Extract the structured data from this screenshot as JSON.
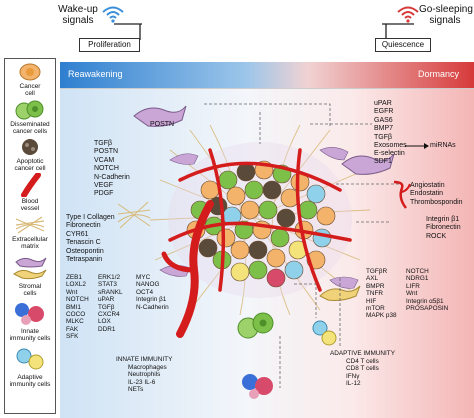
{
  "signals": {
    "wakeup": "Wake-up\nsignals",
    "gosleep": "Go-sleeping\nsignals",
    "proliferation": "Proliferation",
    "quiescence": "Quiescence"
  },
  "banner": {
    "left": "Reawakening",
    "right": "Dormancy"
  },
  "legend": {
    "cancer_cell": "Cancer\ncell",
    "disseminated": "Disseminated\ncancer cells",
    "apoptotic": "Apoptotic\ncancer cell",
    "blood_vessel": "Blood\nvessel",
    "ecm": "Extracellular\nmatrix",
    "stromal": "Stromal\ncells",
    "innate": "Innate\nimmunity cells",
    "adaptive": "Adaptive\nimmunity cells"
  },
  "labels": {
    "postn": "POSTN",
    "tgfb_group": "TGFβ\nPOSTN\nVCAM\nNOTCH\nN-Cadherin\nVEGF\nPDGF",
    "collagen_group": "Type I Collagen\nFibronectin\nCYR61\nTenascin C\nOsteopontin\nTetraspanin",
    "zeb_col1": "ZEB1\nLOXL2\nWnt\nNOTCH\nBMI1\nCOCO\nMLKC\nFAK\nSFK",
    "zeb_col2": "ERK1/2\nSTAT3\nsRANKL\nuPAR\nTGFβ\nCXCR4\nLOX\nDDR1",
    "zeb_col3": "MYC\nNANOG\nOCT4\nIntegrin β1\nN-Cadherin",
    "innate_title": "INNATE IMMUNITY",
    "innate_items": "Macrophages\nNeutrophils\nIL-23 IL-6\nNETs",
    "upar_group": "uPAR\nEGFR\nGAS6\nBMP7\nTGFβ",
    "exosomes": "Exosomes",
    "mirnas": "miRNAs",
    "eselectin_group": "E-selectin\nSDF1",
    "angio_group": "Angiostatin\nEndostatin\nThrombospondin",
    "integrin_group": "Integrin β1\nFibronectin\nROCK",
    "tgfbr_col1": "TGFβR\nAXL\nBMPR\nTNFR\nHIF\nmTOR\nMAPK p38",
    "tgfbr_col2": "NOTCH\nNDRG1\nLIFR\nWnt\nIntegrin α5β1\nPROSAPOSIN",
    "adaptive_title": "ADAPTIVE IMMUNITY",
    "adaptive_items": "CD4 T cells\nCD8 T cells\nIFNγ\nIL-12"
  },
  "colors": {
    "reawakening_blue": "#2f7fd0",
    "dormancy_red": "#d63a3a",
    "vessel_red": "#d41c1c",
    "cancer_orange": "#f3b36b",
    "disseminated_green": "#7cc04a",
    "apoptotic_dark": "#5a4a3a",
    "stromal_purple": "#c9a6d6",
    "ecm_tan": "#d8b978"
  }
}
